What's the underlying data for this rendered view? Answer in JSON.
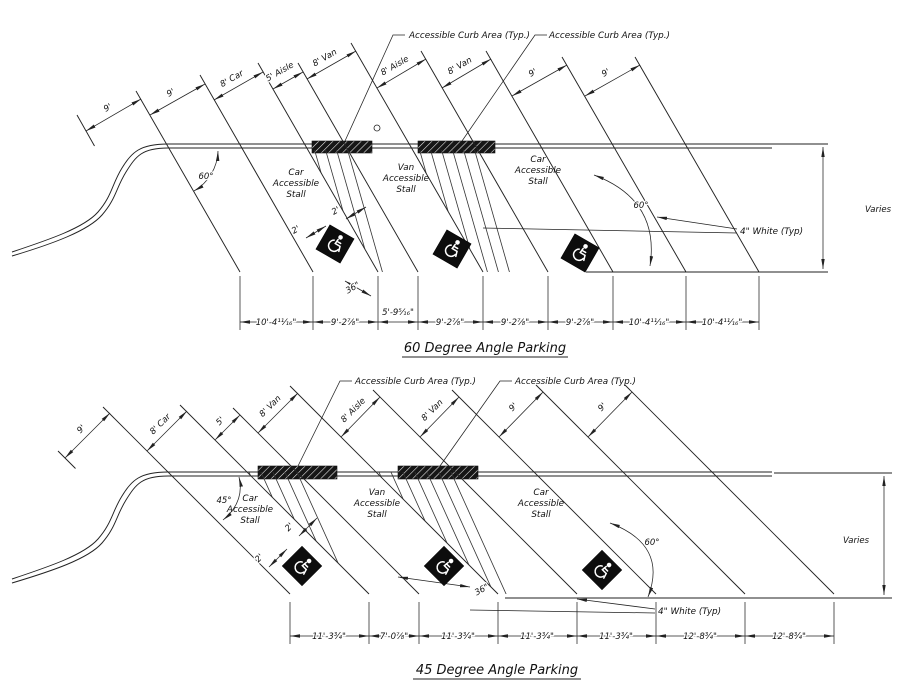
{
  "drawing": {
    "diagrams": [
      {
        "id": "60-degree",
        "title": "60 Degree Angle Parking",
        "curb_area_labels": [
          "Accessible Curb Area (Typ.)",
          "Accessible Curb Area (Typ.)"
        ],
        "top_dims": [
          "9'",
          "9'",
          "8' Car",
          "5' Aisle",
          "8' Van",
          "8' Aisle",
          "8' Van",
          "9'",
          "9'"
        ],
        "bottom_dims": [
          "10'-4¹¹⁄₁₆\"",
          "9'-2⅞\"",
          "5'-9⁵⁄₁₆\"",
          "9'-2⅞\"",
          "9'-2⅞\"",
          "9'-2⅞\"",
          "10'-4¹¹⁄₁₆\"",
          "10'-4¹¹⁄₁₆\""
        ],
        "stalls": [
          {
            "lines": [
              "Car",
              "Accessible",
              "Stall"
            ]
          },
          {
            "lines": [
              "Van",
              "Accessible",
              "Stall"
            ]
          },
          {
            "lines": [
              "Car",
              "Accessible",
              "Stall"
            ]
          }
        ],
        "stall_angle_label": "60°",
        "stripe_angle_label": "60°",
        "offset_dims": [
          "2'",
          "2'"
        ],
        "stripe_spacing_label": "36\"",
        "stripe_note": "4\" White (Typ)",
        "varies_label": "Varies"
      },
      {
        "id": "45-degree",
        "title": "45 Degree Angle Parking",
        "curb_area_labels": [
          "Accessible Curb Area (Typ.)",
          "Accessible Curb Area (Typ.)"
        ],
        "top_dims": [
          "9'",
          "8' Car",
          "5'",
          "8' Van",
          "8' Aisle",
          "8' Van",
          "9'",
          "9'"
        ],
        "bottom_dims": [
          "11'-3¾\"",
          "7'-0⅞\"",
          "11'-3¾\"",
          "11'-3¾\"",
          "11'-3¾\"",
          "12'-8¾\"",
          "12'-8¾\""
        ],
        "stalls": [
          {
            "lines": [
              "Car",
              "Accessible",
              "Stall"
            ]
          },
          {
            "lines": [
              "Van",
              "Accessible",
              "Stall"
            ]
          },
          {
            "lines": [
              "Car",
              "Accessible",
              "Stall"
            ]
          }
        ],
        "stall_angle_label": "45°",
        "stripe_angle_label": "60°",
        "offset_dims": [
          "2'",
          "2'"
        ],
        "stripe_spacing_label": "36\"",
        "stripe_note": "4\" White (Typ)",
        "varies_label": "Varies"
      }
    ]
  }
}
